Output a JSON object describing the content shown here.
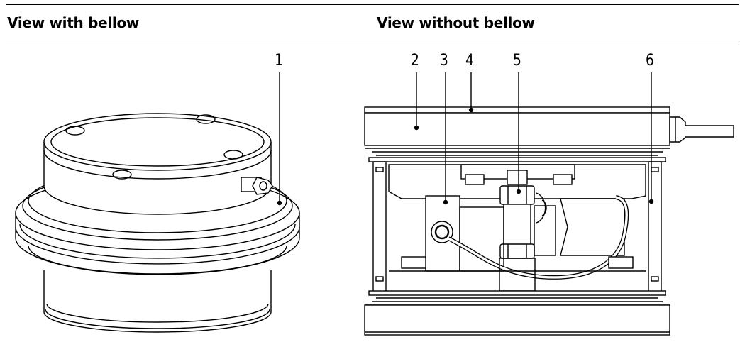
{
  "headings": {
    "left": "View with bellow",
    "right": "View without bellow"
  },
  "callouts": [
    "1",
    "2",
    "3",
    "4",
    "5",
    "6"
  ]
}
